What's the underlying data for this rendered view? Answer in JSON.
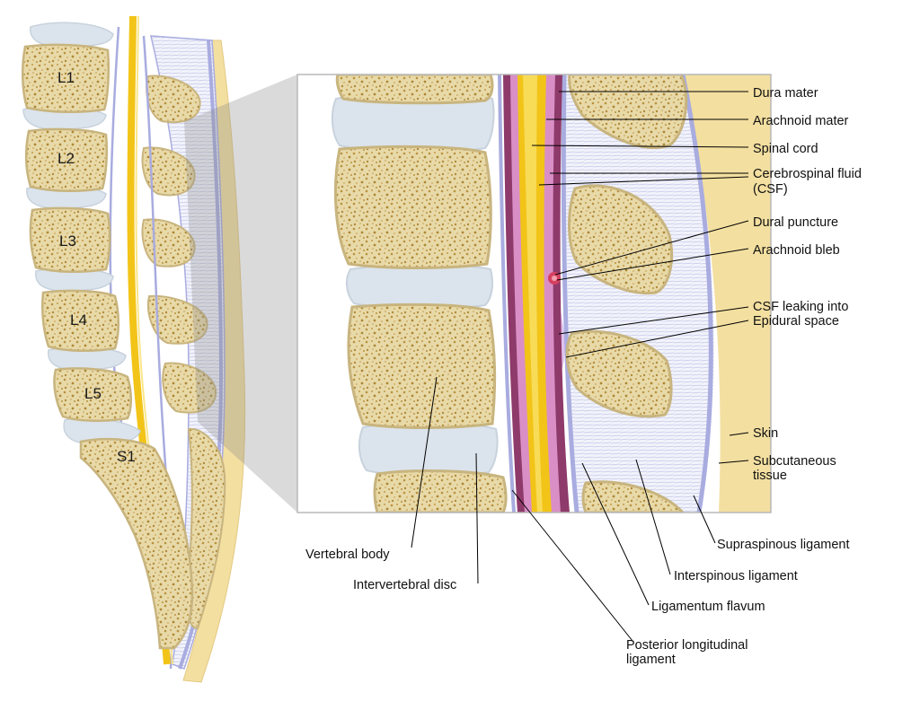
{
  "vertebrae": [
    "L1",
    "L2",
    "L3",
    "L4",
    "L5",
    "S1"
  ],
  "labels": {
    "dura_mater": "Dura mater",
    "arachnoid_mater": "Arachnoid mater",
    "spinal_cord": "Spinal cord",
    "csf_line1": "Cerebrospinal fluid",
    "csf_line2": "(CSF)",
    "dural_puncture": "Dural puncture",
    "arachnoid_bleb": "Arachnoid bleb",
    "csf_leak_line1": "CSF leaking into",
    "epidural_space": "Epidural space",
    "skin": "Skin",
    "subcutaneous_line1": "Subcutaneous",
    "subcutaneous_line2": "tissue",
    "supraspinous": "Supraspinous ligament",
    "interspinous": "Interspinous ligament",
    "ligamentum_flavum": "Ligamentum flavum",
    "pll_line1": "Posterior longitudinal",
    "pll_line2": "ligament",
    "vertebral_body": "Vertebral body",
    "intervertebral_disc": "Intervertebral disc"
  },
  "colors": {
    "bone": "#e6d7a6",
    "bone_speckle": "#b8923f",
    "disc": "#dbe4ec",
    "ligament": "#a9acdf",
    "spinal_cord": "#f2c418",
    "dura": "#8e3a6a",
    "arachnoid": "#d98fc6",
    "skin": "#f3dfa0",
    "puncture": "#d64060"
  }
}
